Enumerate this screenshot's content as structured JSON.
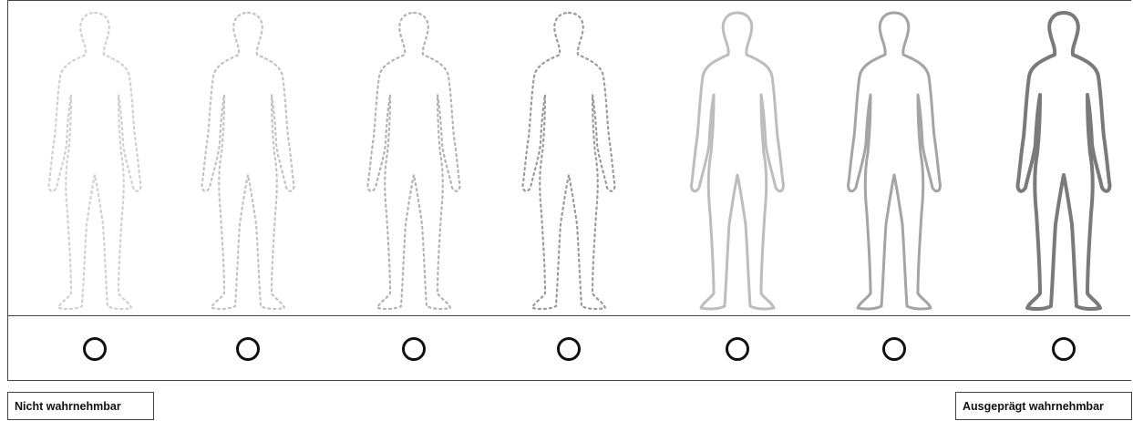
{
  "scale": {
    "levels": 7,
    "figures": [
      {
        "level": 1,
        "outline_style": "dotted",
        "stroke_color": "#cfcfcf"
      },
      {
        "level": 2,
        "outline_style": "dotted",
        "stroke_color": "#c2c2c2"
      },
      {
        "level": 3,
        "outline_style": "dotted",
        "stroke_color": "#b2b2b2"
      },
      {
        "level": 4,
        "outline_style": "dotted",
        "stroke_color": "#9a9a9a"
      },
      {
        "level": 5,
        "outline_style": "solid",
        "stroke_color": "#bdbdbd"
      },
      {
        "level": 6,
        "outline_style": "solid",
        "stroke_color": "#a4a4a4"
      },
      {
        "level": 7,
        "outline_style": "solid",
        "stroke_color": "#7a7a7a"
      }
    ],
    "anchor_left": "Nicht wahrnehmbar",
    "anchor_right": "Ausgeprägt wahrnehmbar"
  }
}
